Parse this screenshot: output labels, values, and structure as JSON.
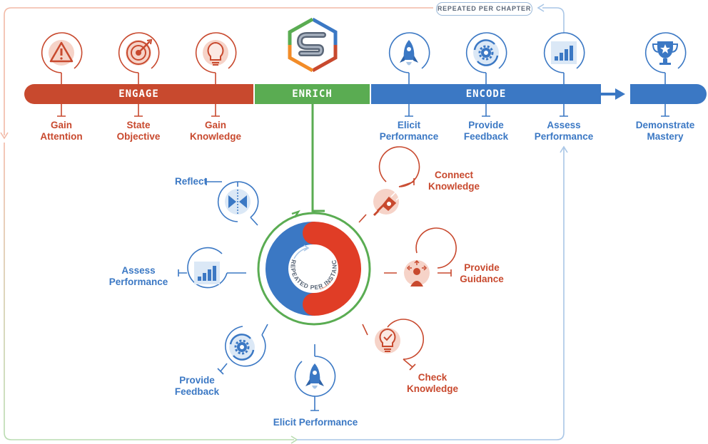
{
  "colors": {
    "red": "#c8492e",
    "blue": "#3b78c4",
    "green": "#5aac52",
    "dark_blue": "#2e63a8"
  },
  "repeat_tag": "REPEATED PER CHAPTER",
  "center_label": "REPEATED PER INSTANCE",
  "phases": {
    "engage": "ENGAGE",
    "enrich": "ENRICH",
    "encode": "ENCODE"
  },
  "top_steps": {
    "gain_attention": {
      "line1": "Gain",
      "line2": "Attention",
      "icon": "warning-icon"
    },
    "state_objective": {
      "line1": "State",
      "line2": "Objective",
      "icon": "target-icon"
    },
    "gain_knowledge": {
      "line1": "Gain",
      "line2": "Knowledge",
      "icon": "lightbulb-icon"
    },
    "elicit_performance": {
      "line1": "Elicit",
      "line2": "Performance",
      "icon": "rocket-icon"
    },
    "provide_feedback": {
      "line1": "Provide",
      "line2": "Feedback",
      "icon": "gear-cycle-icon"
    },
    "assess_performance": {
      "line1": "Assess",
      "line2": "Performance",
      "icon": "bar-chart-icon"
    },
    "demonstrate_mastery": {
      "line1": "Demonstrate",
      "line2": "Mastery",
      "icon": "trophy-icon"
    }
  },
  "cycle": {
    "reflect": {
      "line1": "Reflect",
      "icon": "reflect-icon"
    },
    "connect_knowledge": {
      "line1": "Connect",
      "line2": "Knowledge",
      "icon": "plug-icon"
    },
    "provide_guidance": {
      "line1": "Provide",
      "line2": "Guidance",
      "icon": "guide-person-icon"
    },
    "check_knowledge": {
      "line1": "Check",
      "line2": "Knowledge",
      "icon": "check-bulb-icon"
    },
    "elicit_performance": {
      "line1": "Elicit Performance",
      "icon": "rocket-icon"
    },
    "provide_feedback": {
      "line1": "Provide",
      "line2": "Feedback",
      "icon": "gear-cycle-icon"
    },
    "assess_performance": {
      "line1": "Assess",
      "line2": "Performance",
      "icon": "bar-chart-icon"
    }
  }
}
